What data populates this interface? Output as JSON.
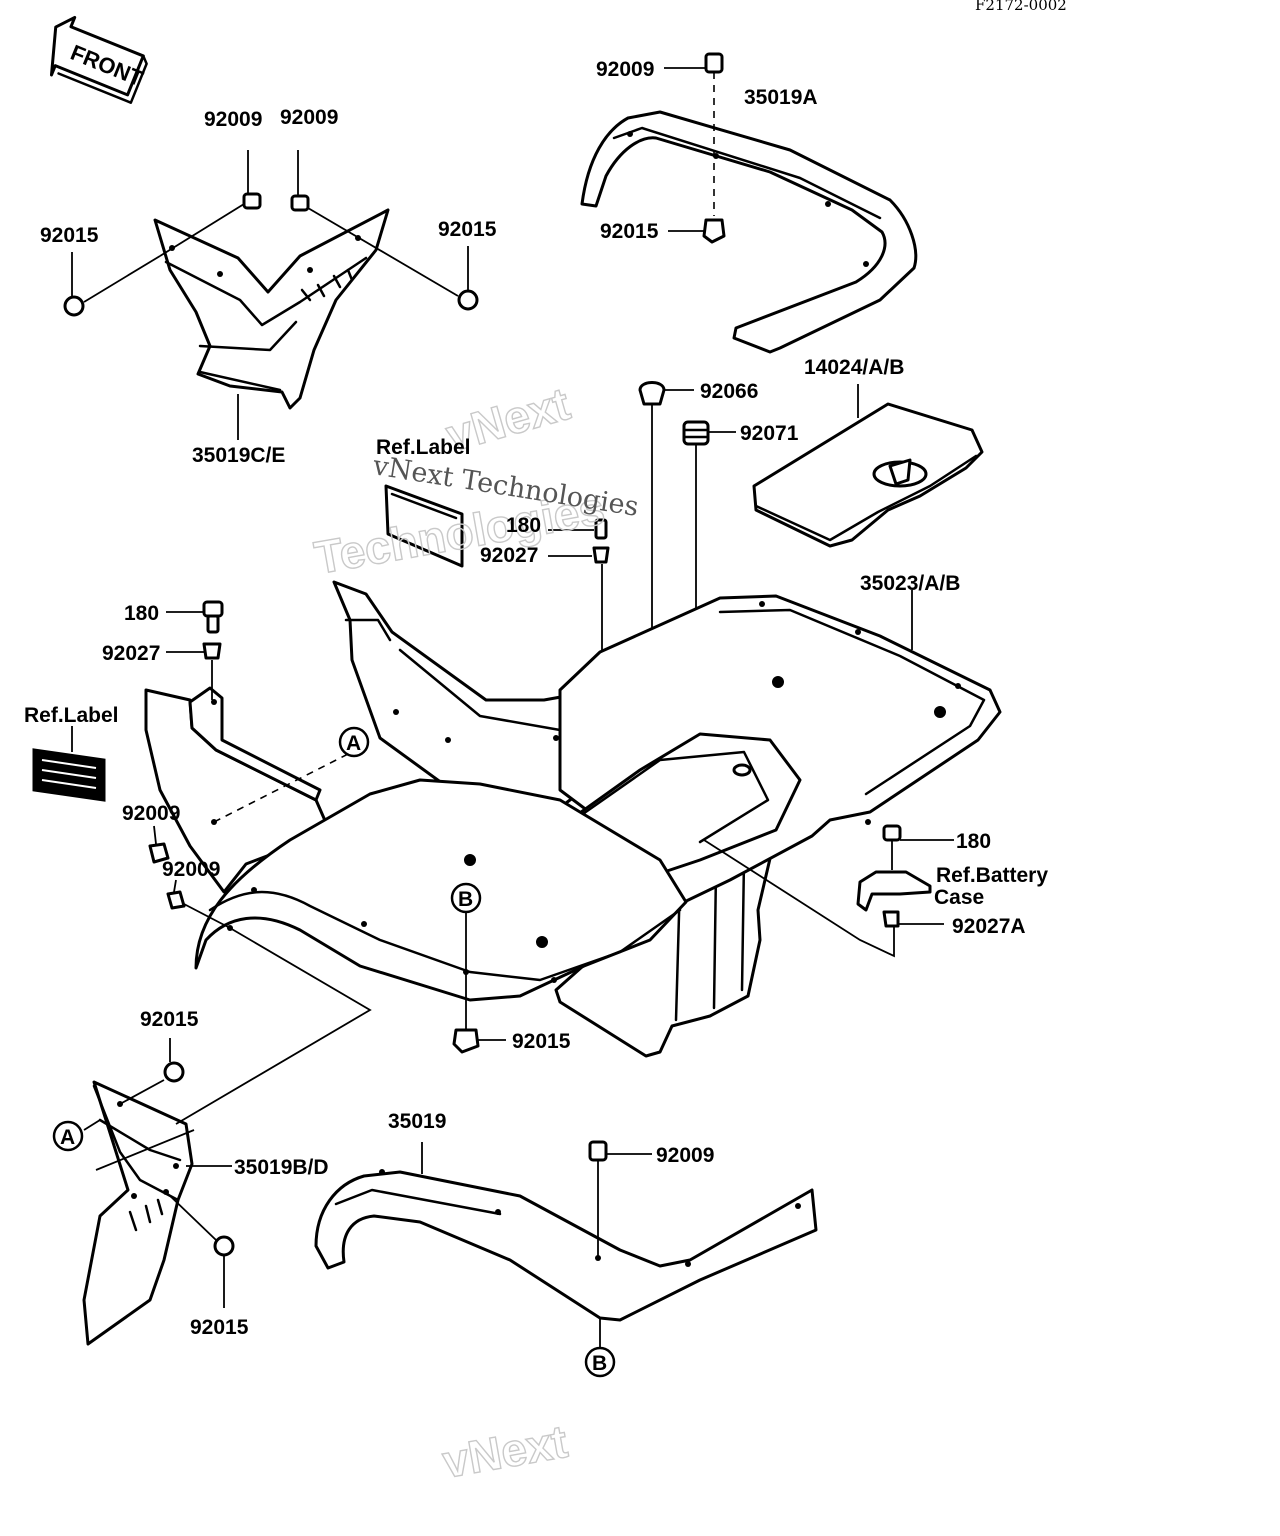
{
  "header": {
    "code": "F2172-0002"
  },
  "front_arrow": {
    "text": "FRONT"
  },
  "watermark": {
    "brand_1": "vNext",
    "brand_2": "Technologies",
    "brand_3": "vNext Technologies",
    "brand_4": "vNext"
  },
  "callouts": {
    "a": "A",
    "b": "B"
  },
  "labels": {
    "p92009_top": "92009",
    "p35019A": "35019A",
    "p92015_top": "92015",
    "p92009_cover_l": "92009",
    "p92009_cover_r": "92009",
    "p92015_cover_l": "92015",
    "p92015_cover_r": "92015",
    "p35019CE": "35019C/E",
    "p92066": "92066",
    "p92071": "92071",
    "p14024AB": "14024/A/B",
    "ref_label_top": "Ref.Label",
    "p180_top": "180",
    "p92027_top": "92027",
    "p35023AB": "35023/A/B",
    "p180_left": "180",
    "p92027_left": "92027",
    "ref_label_left": "Ref.Label",
    "p92009_left_a": "92009",
    "p92009_left_b": "92009",
    "p180_right": "180",
    "ref_battery_1": "Ref.Battery",
    "ref_battery_2": "Case",
    "p92027A": "92027A",
    "p92015_center": "92015",
    "p92015_flap_top": "92015",
    "p35019BD": "35019B/D",
    "p92015_flap_bottom": "92015",
    "p35019": "35019",
    "p92009_bottom": "92009"
  },
  "colors": {
    "ink": "#000000",
    "paper": "#ffffff",
    "watermark": "#c9c9c9"
  }
}
